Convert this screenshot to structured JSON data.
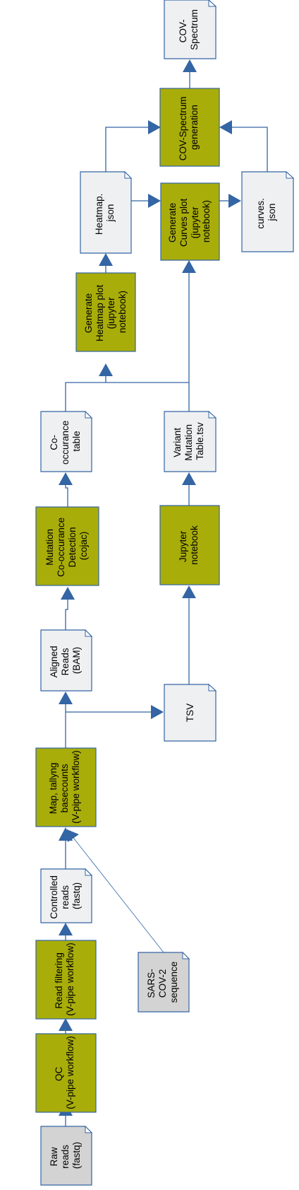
{
  "nodes": {
    "raw_reads": [
      "Raw",
      "reads",
      "(fastq)"
    ],
    "qc": [
      "QC",
      "(V-pipe workflow)"
    ],
    "read_filtering": [
      "Read filtering",
      "(V-pipe workflow)"
    ],
    "controlled_reads": [
      "Controlled",
      "reads",
      "(fastq)"
    ],
    "sars_cov2": [
      "SARS-",
      "COV-2",
      "sequence"
    ],
    "map_tally": [
      "Map, tallyng",
      "basecounts",
      "(V-pipe workflow)"
    ],
    "aligned_reads": [
      "Aligned",
      "Reads",
      "(BAM)"
    ],
    "tsv": [
      "TSV"
    ],
    "cojac": [
      "Mutation",
      "Co-occurance",
      "Detection",
      "(cojac)"
    ],
    "jupyter": [
      "Jupyter",
      "notebook"
    ],
    "cooc_table": [
      "Co-",
      "occurance",
      "table"
    ],
    "variant_table": [
      "Variant",
      "Mutation",
      "Table.tsv"
    ],
    "heatmap_plot": [
      "Generate",
      "Heatmap plot",
      "(jupyter",
      "notebook)"
    ],
    "heatmap_json": [
      "Heatmap.",
      "json"
    ],
    "curves_plot": [
      "Generate",
      "Curves plot",
      "(jupyter",
      "notebook)"
    ],
    "curves_json": [
      "curves.",
      "json"
    ],
    "covspectrum_gen": [
      "COV-Spectrum",
      "generation"
    ],
    "covspectrum": [
      "COV-",
      "Spectrum"
    ]
  }
}
